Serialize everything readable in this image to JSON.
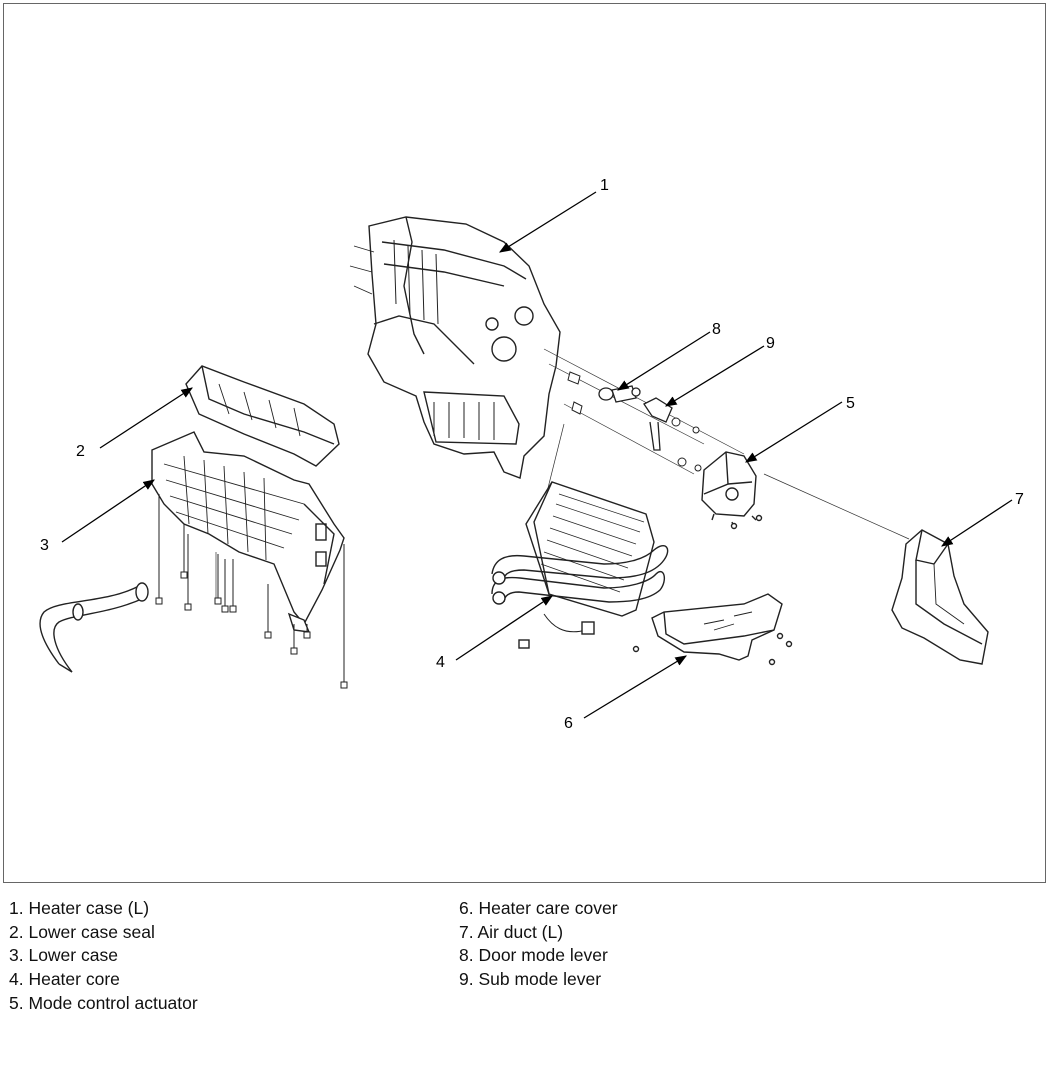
{
  "callouts": [
    "1",
    "2",
    "3",
    "4",
    "5",
    "6",
    "7",
    "8",
    "9"
  ],
  "legend": {
    "left": [
      "1. Heater case (L)",
      "2. Lower case seal",
      "3. Lower case",
      "4. Heater core",
      "5. Mode control actuator"
    ],
    "right": [
      "6. Heater care cover",
      "7. Air duct (L)",
      "8. Door mode lever",
      "9. Sub mode lever"
    ]
  }
}
